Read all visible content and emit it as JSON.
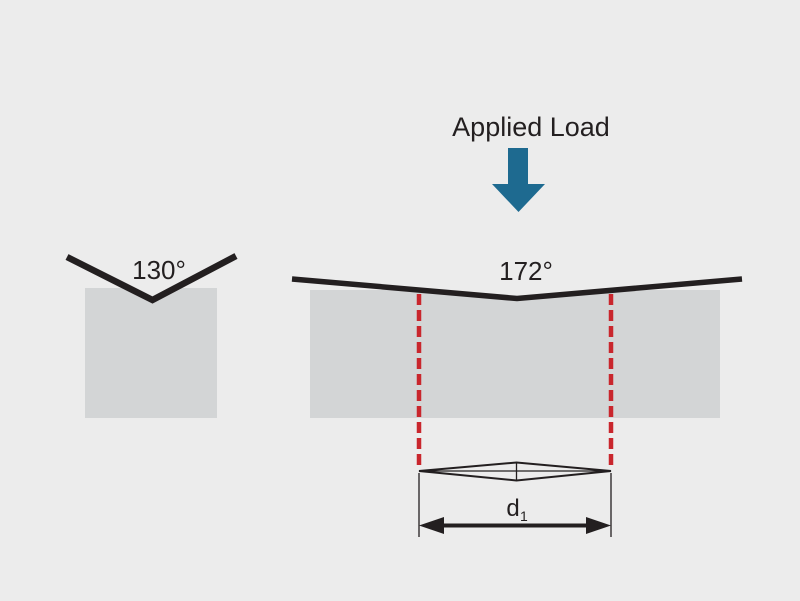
{
  "colors": {
    "background": "#ececec",
    "block": "#d3d5d6",
    "line": "#231f20",
    "text": "#231f20",
    "red_dashed": "#c9262d",
    "arrow_blue": "#1e6a90"
  },
  "labels": {
    "applied_load": "Applied Load",
    "left_angle": "130°",
    "right_angle": "172°",
    "diagonal_base": "d",
    "diagonal_sub": "1"
  }
}
